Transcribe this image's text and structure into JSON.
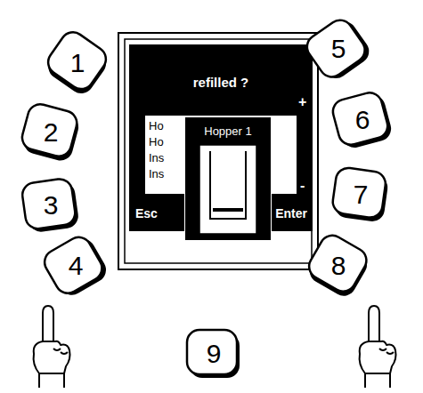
{
  "diagram": {
    "nodes": [
      {
        "text": [
          "1"
        ]
      },
      {
        "text": [
          "2"
        ]
      },
      {
        "text": [
          "3"
        ]
      },
      {
        "text": [
          "4"
        ]
      },
      {
        "text": [
          "refilled ?",
          "+",
          "-",
          "Esc",
          "Enter"
        ]
      },
      {
        "text": [
          "Ho",
          "Ho",
          "Ins",
          "Ins"
        ],
        "in": 4
      },
      {
        "text": [
          "Hopper 1"
        ],
        "in": 4
      },
      {
        "text": [
          "5"
        ]
      },
      {
        "text": [
          "6"
        ]
      },
      {
        "text": [
          "7"
        ]
      },
      {
        "text": [
          "8"
        ]
      },
      {
        "text": [
          "9"
        ]
      }
    ]
  }
}
